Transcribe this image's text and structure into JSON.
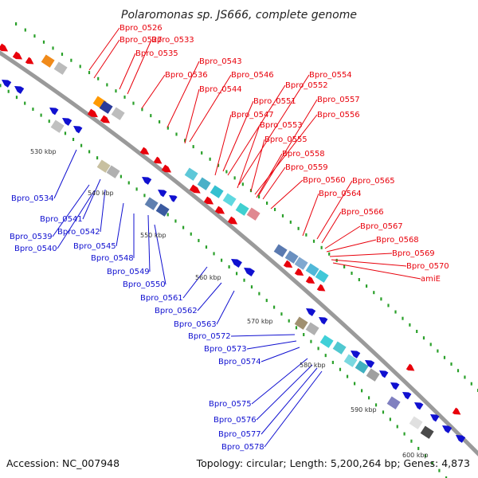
{
  "title": "Polaromonas sp. JS666, complete genome",
  "footer": {
    "accession": "Accession: NC_007948",
    "summary": "Topology: circular; Length: 5,200,264 bp; Genes: 4,873"
  },
  "colors": {
    "forward_strand": "#e8000b",
    "reverse_strand": "#1010d0",
    "backbone": "#9a9a9a",
    "tick": "#2aa02a"
  },
  "scale_ticks": [
    "530 kbp",
    "540 kbp",
    "550 kbp",
    "560 kbp",
    "570 kbp",
    "580 kbp",
    "590 kbp",
    "600 kbp"
  ],
  "forward_genes": [
    "Bpro_0526",
    "Bpro_0527",
    "Bpro_0533",
    "Bpro_0535",
    "Bpro_0536",
    "Bpro_0543",
    "Bpro_0544",
    "Bpro_0546",
    "Bpro_0547",
    "Bpro_0551",
    "Bpro_0552",
    "Bpro_0553",
    "Bpro_0554",
    "Bpro_0555",
    "Bpro_0556",
    "Bpro_0557",
    "Bpro_0558",
    "Bpro_0559",
    "Bpro_0560",
    "Bpro_0564",
    "Bpro_0565",
    "Bpro_0566",
    "Bpro_0567",
    "Bpro_0568",
    "Bpro_0569",
    "Bpro_0570",
    "amiE"
  ],
  "reverse_genes": [
    "Bpro_0534",
    "Bpro_0541",
    "Bpro_0539",
    "Bpro_0542",
    "Bpro_0540",
    "Bpro_0545",
    "Bpro_0548",
    "Bpro_0549",
    "Bpro_0550",
    "Bpro_0561",
    "Bpro_0562",
    "Bpro_0563",
    "Bpro_0572",
    "Bpro_0573",
    "Bpro_0574",
    "Bpro_0575",
    "Bpro_0576",
    "Bpro_0577",
    "Bpro_0578"
  ]
}
